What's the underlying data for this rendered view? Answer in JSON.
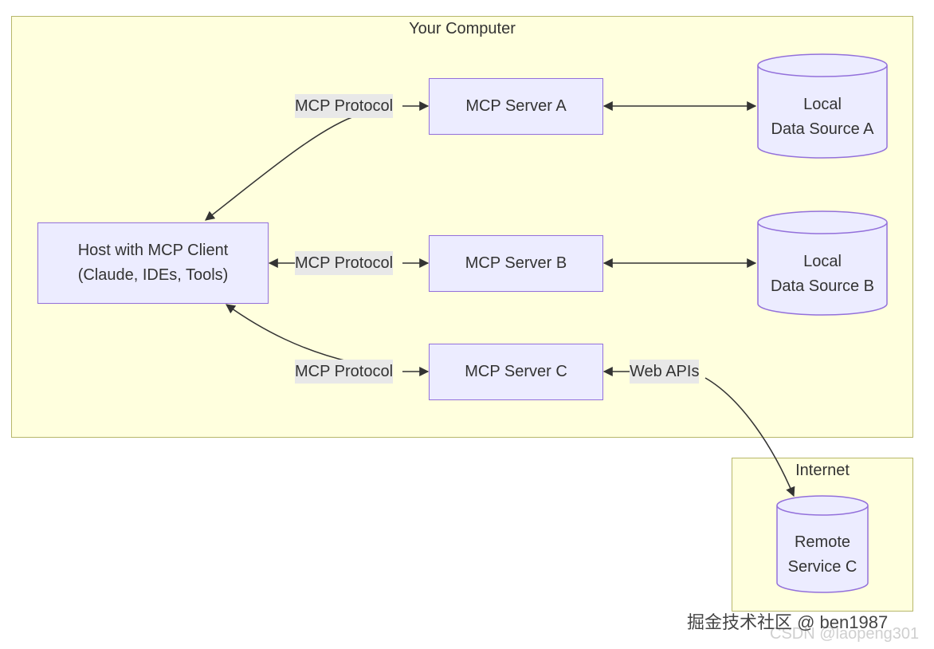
{
  "groups": {
    "computer": {
      "title": "Your Computer"
    },
    "internet": {
      "title": "Internet"
    }
  },
  "nodes": {
    "host": {
      "lines": [
        "Host with MCP Client",
        "(Claude, IDEs, Tools)"
      ]
    },
    "server_a": {
      "label": "MCP Server A"
    },
    "server_b": {
      "label": "MCP Server B"
    },
    "server_c": {
      "label": "MCP Server C"
    },
    "source_a": {
      "lines": [
        "Local",
        "Data Source A"
      ]
    },
    "source_b": {
      "lines": [
        "Local",
        "Data Source B"
      ]
    },
    "remote_c": {
      "lines": [
        "Remote",
        "Service C"
      ]
    }
  },
  "edge_labels": {
    "protocol_a": "MCP Protocol",
    "protocol_b": "MCP Protocol",
    "protocol_c": "MCP Protocol",
    "web_apis": "Web APIs"
  },
  "colors": {
    "group_fill": "#ffffde",
    "group_border": "#b7b76a",
    "node_fill": "#ececff",
    "node_border": "#9370db",
    "edge": "#333333",
    "label_bg": "#e8e8e8"
  },
  "watermark": {
    "primary": "掘金技术社区 @ ben1987",
    "secondary": "CSDN @laopeng301"
  }
}
